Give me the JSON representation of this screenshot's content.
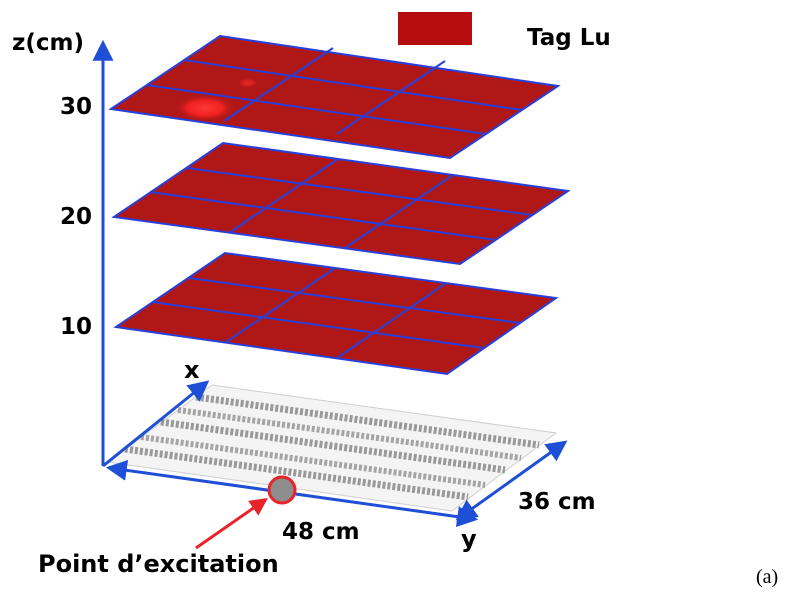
{
  "legend": {
    "label": "Tag Lu",
    "color": "#b50d0d"
  },
  "axes": {
    "z_label": "z(cm)",
    "x_label": "x",
    "y_label": "y",
    "z_ticks": [
      "30",
      "20",
      "10"
    ]
  },
  "dimensions": {
    "y_length": "48 cm",
    "x_length": "36 cm"
  },
  "annotation": {
    "point_label": "Point d’excitation"
  },
  "figure_tag": "(a)",
  "colors": {
    "plate": "#b01818",
    "grid": "#2a3fd8",
    "axis": "#1f4fd6",
    "arrow": "#e8232a",
    "marker_fill": "#8d8d8d",
    "hotspot": "#ff2a2a"
  }
}
